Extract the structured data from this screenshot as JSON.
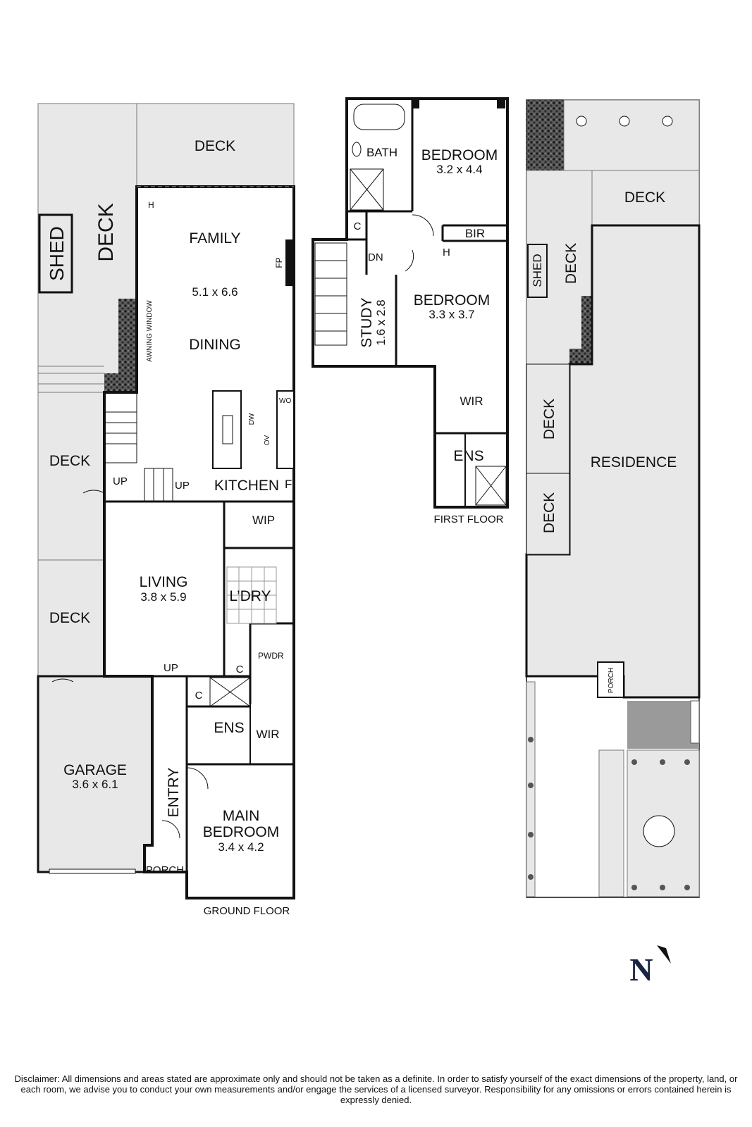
{
  "floors": {
    "ground": "GROUND FLOOR",
    "first": "FIRST FLOOR"
  },
  "ground_rooms": {
    "deck_top": "DECK",
    "deck_side": "DECK",
    "shed": "SHED",
    "family": "FAMILY",
    "family_dims": "5.1 x 6.6",
    "dining": "DINING",
    "awning_window": "AWNING WINDOW",
    "fp": "FP",
    "h": "H",
    "wo": "WO",
    "dw": "DW",
    "ov": "OV",
    "kitchen": "KITCHEN",
    "f": "F",
    "up": "UP",
    "wip": "WIP",
    "deck_mid": "DECK",
    "deck_low": "DECK",
    "living": "LIVING",
    "living_dims": "3.8 x 5.9",
    "ldry": "L’DRY",
    "pwdr": "PWDR",
    "c": "C",
    "ens": "ENS",
    "wir": "WIR",
    "garage": "GARAGE",
    "garage_dims": "3.6 x 6.1",
    "entry": "ENTRY",
    "main_bedroom": "MAIN BEDROOM",
    "main_bedroom_line1": "MAIN",
    "main_bedroom_line2": "BEDROOM",
    "main_bedroom_dims": "3.4 x 4.2",
    "porch": "PORCH"
  },
  "first_rooms": {
    "bath": "BATH",
    "bedroom1": "BEDROOM",
    "bedroom1_dims": "3.2 x 4.4",
    "c": "C",
    "dn": "DN",
    "bir": "BIR",
    "h": "H",
    "study": "STUDY",
    "study_dims": "1.6 x 2.8",
    "bedroom2": "BEDROOM",
    "bedroom2_dims": "3.3 x 3.7",
    "wir": "WIR",
    "ens": "ENS"
  },
  "site": {
    "deck_top": "DECK",
    "shed": "SHED",
    "deck_side": "DECK",
    "deck_a": "DECK",
    "deck_b": "DECK",
    "residence": "RESIDENCE",
    "porch": "PORCH"
  },
  "compass": "N",
  "disclaimer": "Disclaimer: All dimensions and areas stated are approximate only and should not be taken as a definite. In order to satisfy yourself of the exact dimensions of the property, land, or each room, we advise you to conduct your own measurements and/or engage the services of a licensed surveyor. Responsibility for any omissions or errors contained herein is expressly denied.",
  "colors": {
    "grey": "#e8e8e8",
    "dark_grey": "#9a9a9a",
    "wall": "#111111",
    "background": "#ffffff"
  }
}
